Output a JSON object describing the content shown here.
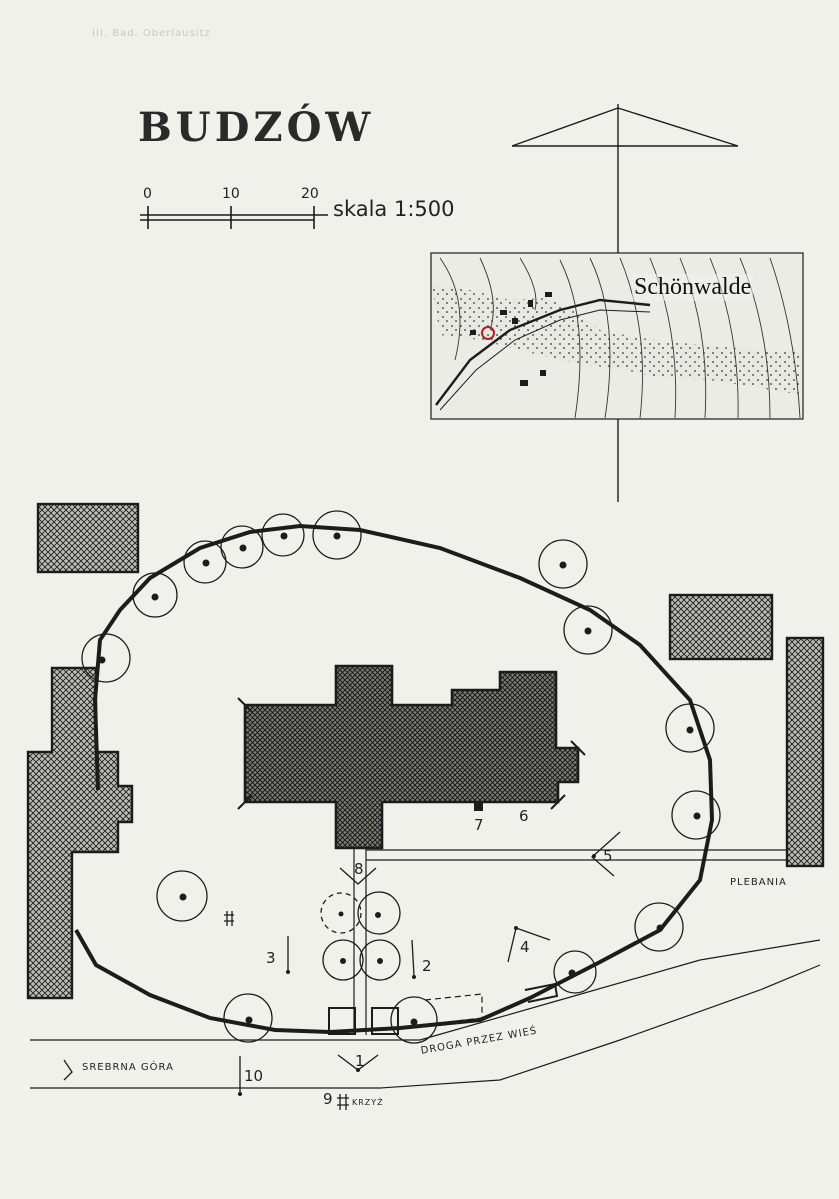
{
  "header_text": "III. Bad. Oberlausitz",
  "title": "BUDZÓW",
  "scale": {
    "ticks": [
      "0",
      "10",
      "20"
    ],
    "label": "skala 1:500"
  },
  "inset_map": {
    "label": "Schönwalde"
  },
  "markers": [
    "1",
    "2",
    "3",
    "4",
    "5",
    "6",
    "7",
    "8",
    "9",
    "10"
  ],
  "labels": {
    "plebania": "PLEBANIA",
    "srebrna_gora": "SREBRNA GÓRA",
    "droga": "DROGA PRZEZ WIEŚ",
    "krzyz": "KRZYŻ"
  },
  "colors": {
    "ink": "#1c1c1c",
    "paper": "#f1f1ec"
  }
}
